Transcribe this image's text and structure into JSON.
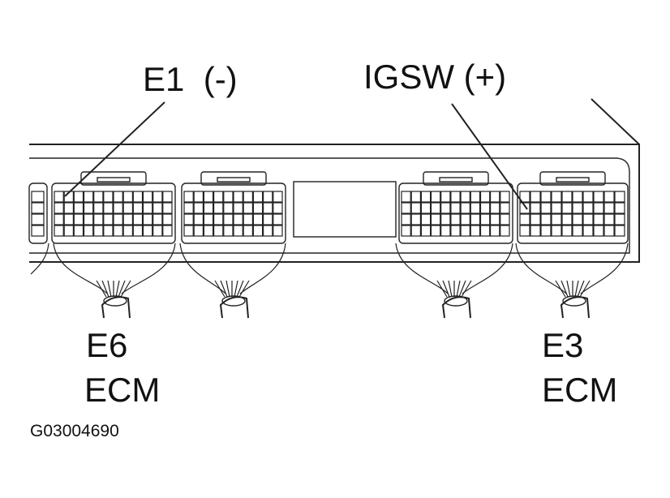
{
  "labels": {
    "e1": "E1  (-)",
    "igsw": "IGSW (+)",
    "e6": "E6",
    "e6_sub": "ECM",
    "e3": "E3",
    "e3_sub": "ECM",
    "figure_id": "G03004690"
  },
  "colors": {
    "line": "#222222",
    "background": "#ffffff"
  }
}
